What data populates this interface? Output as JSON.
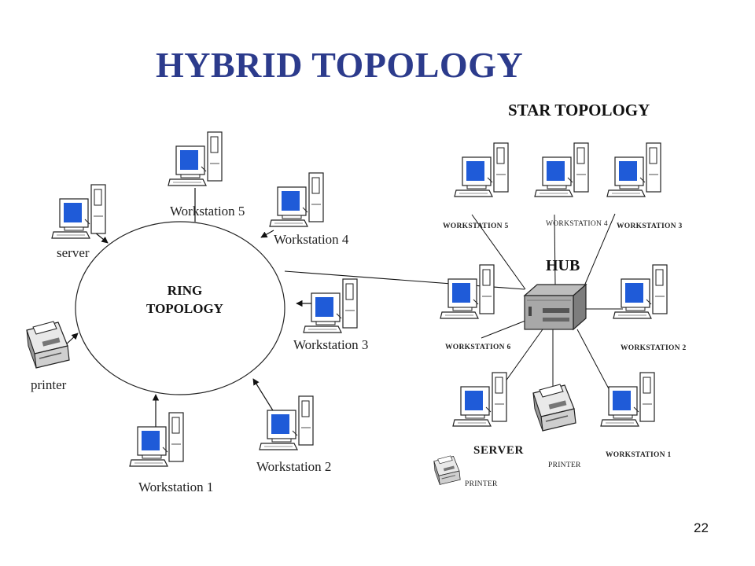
{
  "title": "HYBRID TOPOLOGY",
  "star_title": "STAR TOPOLOGY",
  "ring": {
    "center_line1": "RING",
    "center_line2": "TOPOLOGY",
    "labels": {
      "ws5": "Workstation 5",
      "ws4": "Workstation 4",
      "ws3": "Workstation 3",
      "ws2": "Workstation 2",
      "ws1": "Workstation 1",
      "server": "server",
      "printer": "printer"
    }
  },
  "star": {
    "hub": "HUB",
    "labels": {
      "ws5": "WORKSTATION 5",
      "ws4": "WORKSTATION 4",
      "ws3": "WORKSTATION  3",
      "ws6": "WORKSTATION 6",
      "ws2": "WORKSTATION  2",
      "ws1": "WORKSTATION  1",
      "server": "SERVER",
      "printer_main": "PRINTER",
      "printer_small": "PRINTER"
    }
  },
  "page_number": "22",
  "colors": {
    "title": "#2c3b8c",
    "screen": "#1f5bd8",
    "line": "#222222"
  }
}
